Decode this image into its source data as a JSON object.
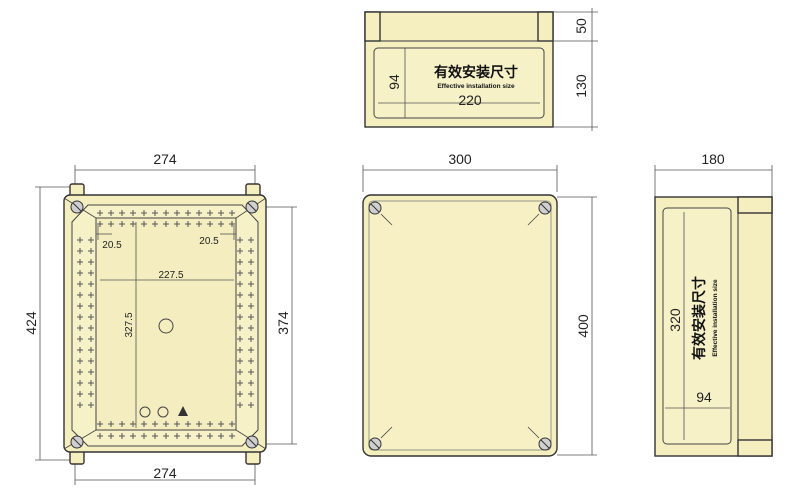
{
  "colors": {
    "housing_fill": "#f5efc0",
    "outline": "#333333",
    "dimension_line": "#555555"
  },
  "top_view": {
    "height_upper": "50",
    "height_lower": "130",
    "inner_height": "94",
    "label_cn": "有效安装尺寸",
    "label_en": "Effective installation size",
    "inner_width": "220"
  },
  "back_view": {
    "width_top": "274",
    "width_bottom": "274",
    "height_total": "424",
    "height_holes": "374",
    "offset_left": "20.5",
    "offset_right": "20.5",
    "inner_width": "227.5",
    "inner_height": "327.5"
  },
  "front_view": {
    "width": "300",
    "height": "400"
  },
  "side_view": {
    "width": "180",
    "inner_height": "320",
    "inner_width": "94",
    "label_cn": "有效安装尺寸",
    "label_en": "Effective installation size"
  }
}
